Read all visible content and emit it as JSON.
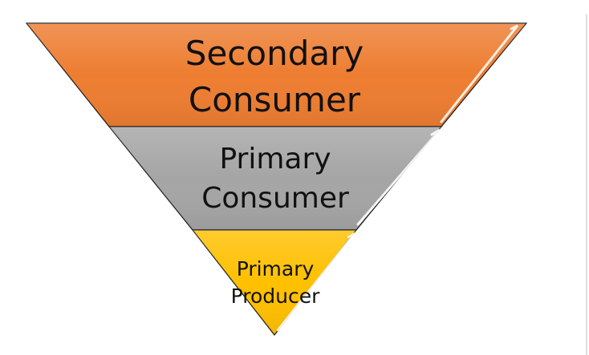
{
  "pyramid": {
    "tiers": [
      {
        "lines": [
          "Secondary",
          "Consumer"
        ],
        "color": "#ED7D31"
      },
      {
        "lines": [
          "Primary",
          "Consumer"
        ],
        "color": "#A5A5A5"
      },
      {
        "lines": [
          "Primary",
          "Producer"
        ],
        "color": "#FFC000"
      }
    ],
    "outline_color": "#1a1a1a",
    "highlight_color": "#ffffff"
  }
}
